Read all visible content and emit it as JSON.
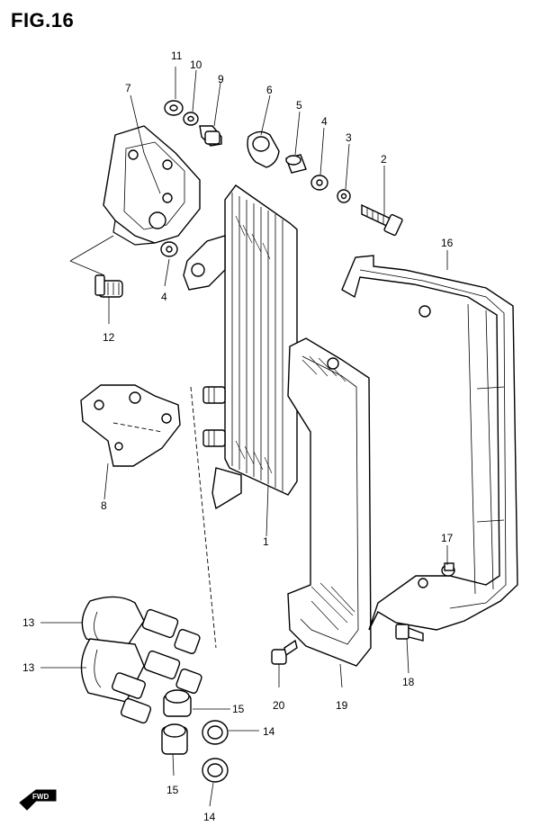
{
  "title": "FIG.16",
  "fwd_label": "FWD",
  "callouts": [
    {
      "id": "c11",
      "text": "11"
    },
    {
      "id": "c10",
      "text": "10"
    },
    {
      "id": "c9",
      "text": "9"
    },
    {
      "id": "c7",
      "text": "7"
    },
    {
      "id": "c6",
      "text": "6"
    },
    {
      "id": "c5",
      "text": "5"
    },
    {
      "id": "c4a",
      "text": "4"
    },
    {
      "id": "c3",
      "text": "3"
    },
    {
      "id": "c2",
      "text": "2"
    },
    {
      "id": "c16",
      "text": "16"
    },
    {
      "id": "c4b",
      "text": "4"
    },
    {
      "id": "c12",
      "text": "12"
    },
    {
      "id": "c8",
      "text": "8"
    },
    {
      "id": "c1",
      "text": "1"
    },
    {
      "id": "c17",
      "text": "17"
    },
    {
      "id": "c13a",
      "text": "13"
    },
    {
      "id": "c13b",
      "text": "13"
    },
    {
      "id": "c15a",
      "text": "15"
    },
    {
      "id": "c14a",
      "text": "14"
    },
    {
      "id": "c20",
      "text": "20"
    },
    {
      "id": "c19",
      "text": "19"
    },
    {
      "id": "c18",
      "text": "18"
    },
    {
      "id": "c15b",
      "text": "15"
    },
    {
      "id": "c14b",
      "text": "14"
    }
  ]
}
